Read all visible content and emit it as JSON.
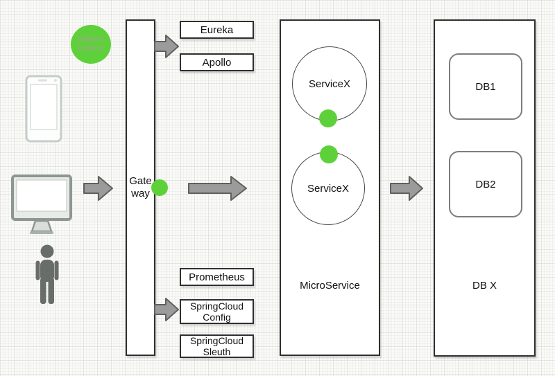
{
  "colors": {
    "accent_green": "#5ed13a",
    "arrow_fill": "#9b9b9b",
    "arrow_stroke": "#5f5f5f"
  },
  "clients": {
    "phone_icon": "smartphone-icon",
    "desktop_icon": "desktop-computer-icon",
    "user_icon": "person-icon"
  },
  "ribbon_circle": {
    "label": "Ribbon\nHystrix"
  },
  "gateway": {
    "label": "Gate\nway"
  },
  "boxes": {
    "eureka": "Eureka",
    "apollo": "Apollo",
    "prometheus": "Prometheus",
    "springcloud_config": "SpringCloud\nConfig",
    "springcloud_sleuth": "SpringCloud\nSleuth"
  },
  "microservice": {
    "label": "MicroService",
    "service1": "ServiceX",
    "service2": "ServiceX"
  },
  "database": {
    "label": "DB X",
    "db1": "DB1",
    "db2": "DB2"
  }
}
